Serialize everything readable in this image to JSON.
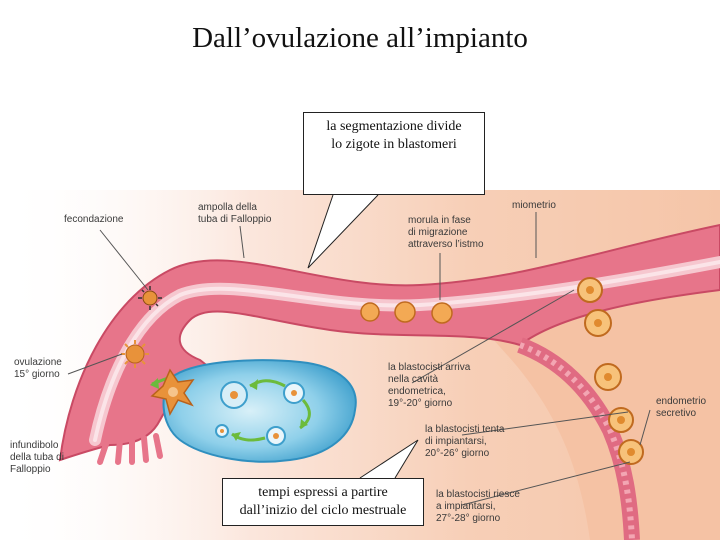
{
  "title": "Dall’ovulazione all’impianto",
  "callouts": {
    "top": [
      "la segmentazione divide",
      "lo zigote in blastomeri"
    ],
    "bottom": [
      "tempi espressi a partire",
      "dall’inizio del ciclo mestruale"
    ]
  },
  "labels": {
    "fecondazione": [
      "fecondazione"
    ],
    "ampolla": [
      "ampolla della",
      "tuba di Falloppio"
    ],
    "morula": [
      "morula in fase",
      "di migrazione",
      "attraverso l’istmo"
    ],
    "miometrio": [
      "miometrio"
    ],
    "ovulazione": [
      "ovulazione",
      "15° giorno"
    ],
    "infundibolo": [
      "infundibolo",
      "della tuba di",
      "Falloppio"
    ],
    "blastocisti_arriva": [
      "la blastocisti arriva",
      "nella cavità",
      "endometrica,",
      "19°-20° giorno"
    ],
    "endometrio": [
      "endometrio",
      "secretivo"
    ],
    "blastocisti_tenta": [
      "la blastocisti tenta",
      "di impiantarsi,",
      "20°-26° giorno"
    ],
    "blastocisti_riesce": [
      "la blastocisti riesce",
      "a impiantarsi,",
      "27°-28° giorno"
    ]
  },
  "colors": {
    "tube": "#e7758a",
    "tube_dark": "#c94a64",
    "uterus_bg": "#f7cfb7",
    "ovary": "#62b8dc",
    "ovary_light": "#bde3f0",
    "cell": "#e8923a",
    "arrow": "#6cbb3c"
  }
}
